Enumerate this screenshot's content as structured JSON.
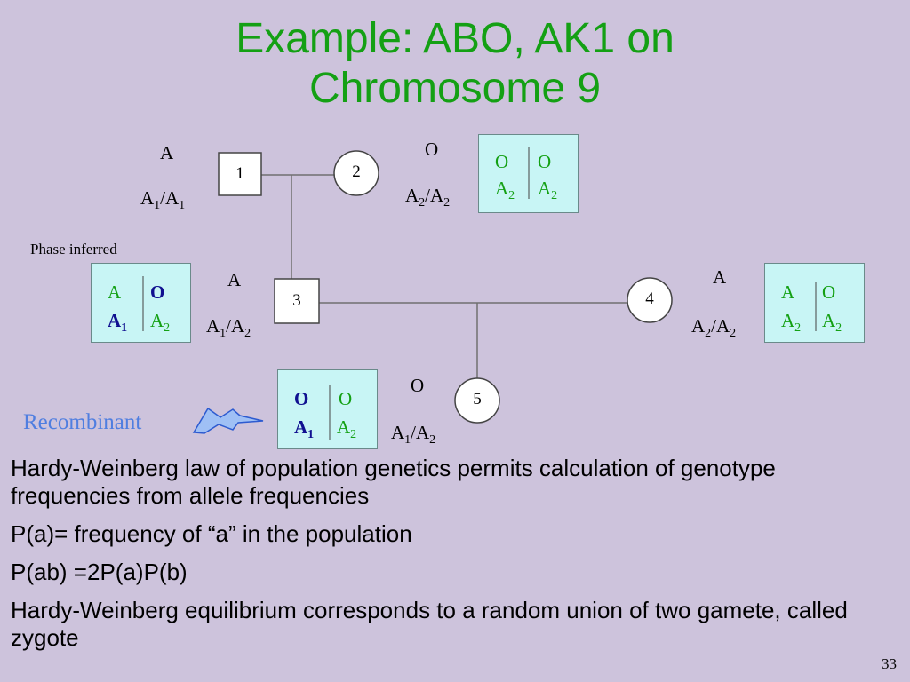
{
  "title": {
    "line1": "Example: ABO, AK1 on",
    "line2": "Chromosome 9"
  },
  "pedigree": {
    "individuals": [
      {
        "id": "1",
        "phenotype": "A",
        "genotype_base": "A",
        "genotype_sub1": "1",
        "genotype_mid": "/A",
        "genotype_sub2": "1"
      },
      {
        "id": "2",
        "phenotype": "O",
        "genotype_base": "A",
        "genotype_sub1": "2",
        "genotype_mid": "/A",
        "genotype_sub2": "2"
      },
      {
        "id": "3",
        "phenotype": "A",
        "genotype_base": "A",
        "genotype_sub1": "1",
        "genotype_mid": "/A",
        "genotype_sub2": "2"
      },
      {
        "id": "4",
        "phenotype": "A",
        "genotype_base": "A",
        "genotype_sub1": "2",
        "genotype_mid": "/A",
        "genotype_sub2": "2"
      },
      {
        "id": "5",
        "phenotype": "O",
        "genotype_base": "A",
        "genotype_sub1": "1",
        "genotype_mid": "/A",
        "genotype_sub2": "2"
      }
    ],
    "haplotypes": {
      "ind2": {
        "tl": "O",
        "tr": "O",
        "bl": "A",
        "bl_sub": "2",
        "br": "A",
        "br_sub": "2"
      },
      "ind3": {
        "tl": "A",
        "tr": "O",
        "bl": "A",
        "bl_sub": "1",
        "br": "A",
        "br_sub": "2"
      },
      "ind4": {
        "tl": "A",
        "tr": "O",
        "bl": "A",
        "bl_sub": "2",
        "br": "A",
        "br_sub": "2"
      },
      "ind5": {
        "tl": "O",
        "tr": "O",
        "bl": "A",
        "bl_sub": "1",
        "br": "A",
        "br_sub": "2"
      }
    },
    "phase_label": "Phase inferred",
    "recombinant_label": "Recombinant",
    "colors": {
      "line": "#707070",
      "box_fill": "#c8f5f5",
      "green": "#14a014",
      "blue": "#101090",
      "bolt": "#4f7ee0"
    }
  },
  "bullets": [
    "Hardy-Weinberg law of population genetics permits calculation of genotype frequencies from allele frequencies",
    "P(a)= frequency of “a” in the population",
    "P(ab) =2P(a)P(b)",
    "Hardy-Weinberg equilibrium corresponds to a random union of two gamete, called zygote"
  ],
  "page_number": "33"
}
